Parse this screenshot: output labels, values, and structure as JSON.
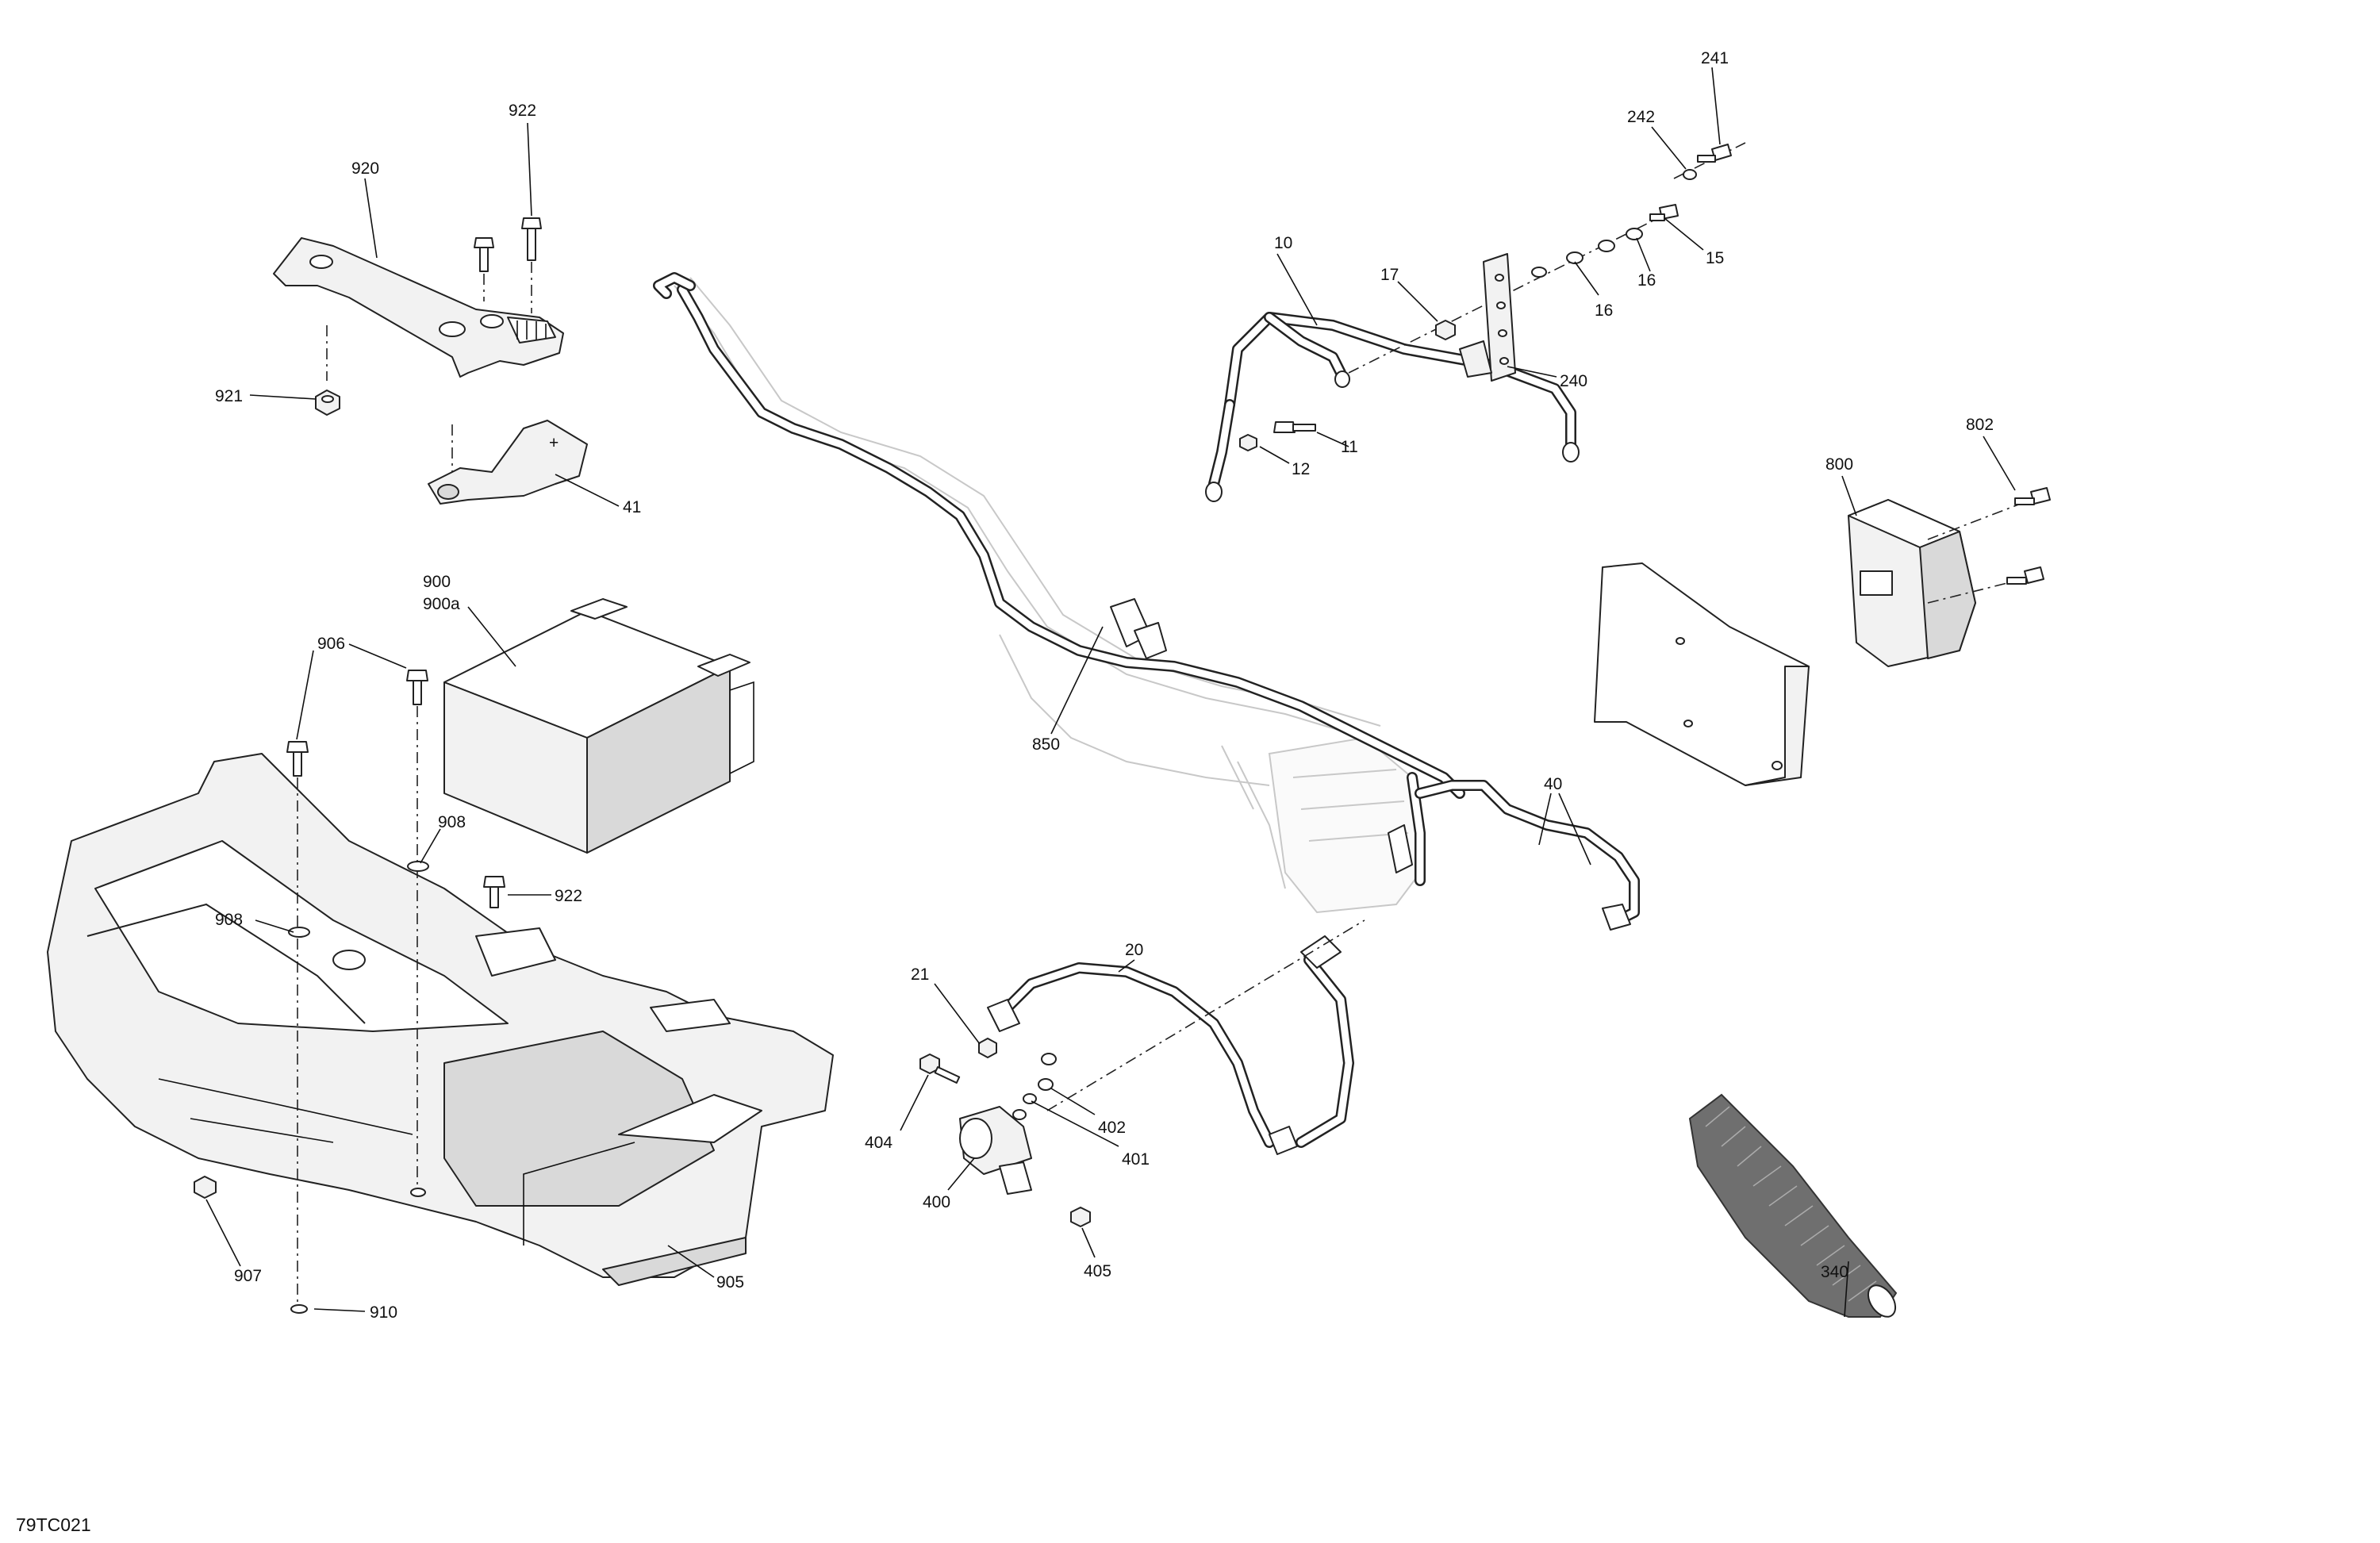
{
  "figure_id": "79TC021",
  "callouts": {
    "c922a": "922",
    "c920": "920",
    "c921": "921",
    "c41": "41",
    "c900": "900",
    "c900a": "900a",
    "c906": "906",
    "c908a": "908",
    "c922b": "922",
    "c908b": "908",
    "c907": "907",
    "c910": "910",
    "c905": "905",
    "c850": "850",
    "c10": "10",
    "c17": "17",
    "c11": "11",
    "c12": "12",
    "c241": "241",
    "c242": "242",
    "c15": "15",
    "c16a": "16",
    "c16b": "16",
    "c240": "240",
    "c802": "802",
    "c800": "800",
    "c40": "40",
    "c20": "20",
    "c21": "21",
    "c404": "404",
    "c402": "402",
    "c401": "401",
    "c400": "400",
    "c405": "405",
    "c340": "340"
  },
  "icons": {
    "battery_terminal_mark": "+"
  }
}
